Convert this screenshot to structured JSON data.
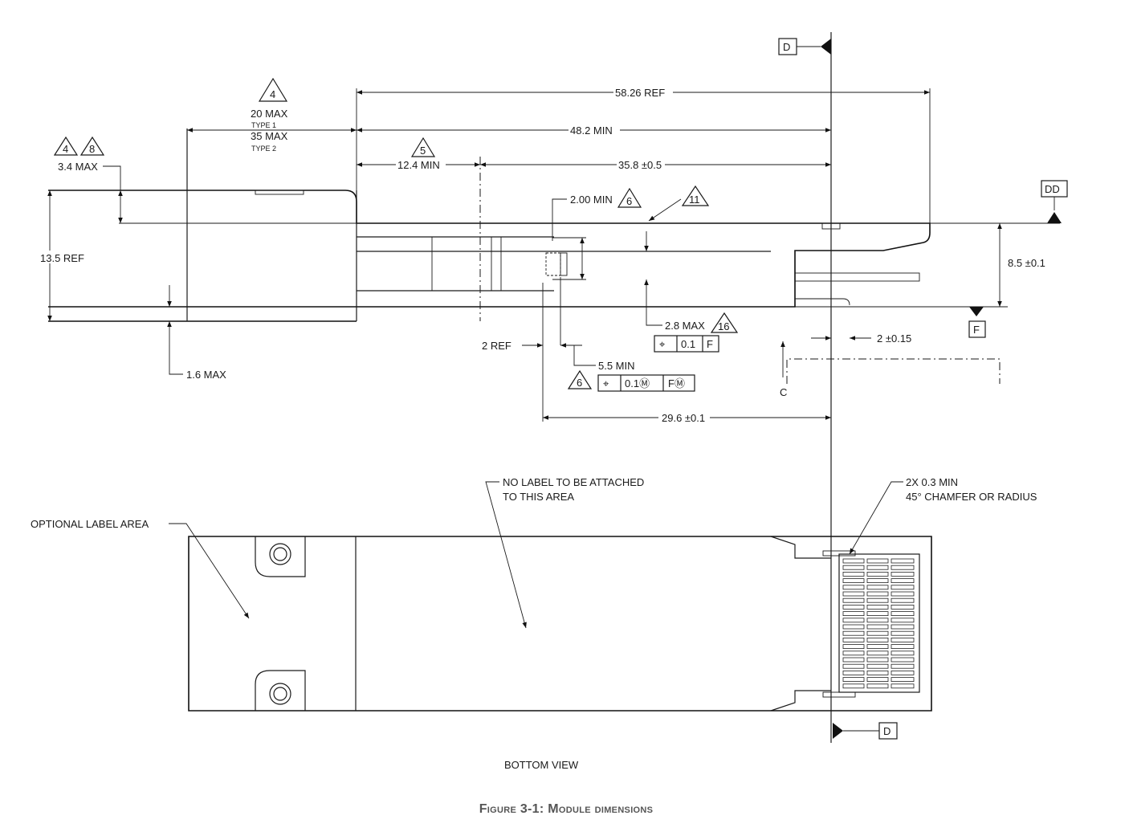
{
  "figure_caption": "Figure 3-1: Module dimensions",
  "views": {
    "bottom_view": "BOTTOM VIEW"
  },
  "datums": {
    "d_top": "D",
    "d_bottom": "D",
    "dd": "DD",
    "f": "F",
    "c": "C"
  },
  "dimensions": {
    "ref_58_26": "58.26 REF",
    "min_48_2": "48.2 MIN",
    "min_12_4": "12.4 MIN",
    "tol_35_8": "35.8 ±0.5",
    "max_3_4": "3.4 MAX",
    "ref_13_5": "13.5 REF",
    "max_20": "20 MAX",
    "type_1": "TYPE 1",
    "max_35": "35 MAX",
    "type_2": "TYPE 2",
    "min_2_00": "2.00 MIN",
    "tol_8_5": "8.5 ±0.1",
    "max_2_8": "2.8 MAX",
    "ref_2": "2 REF",
    "tol_2": "2 ±0.15",
    "min_5_5": "5.5 MIN",
    "max_1_6": "1.6 MAX",
    "tol_29_6": "29.6 ±0.1"
  },
  "notes": {
    "n4": "4",
    "n8": "8",
    "n5": "5",
    "n6": "6",
    "n11": "11",
    "n16": "16"
  },
  "tolerance_frames": {
    "frame1": {
      "symbol": "⌖",
      "value": "0.1",
      "datum": "F"
    },
    "frame2": {
      "symbol": "⌖",
      "value": "0.1Ⓜ",
      "datum": "FⓂ"
    }
  },
  "callouts": {
    "optional_label_area": "OPTIONAL LABEL AREA",
    "no_label_line1": "NO  LABEL TO BE ATTACHED",
    "no_label_line2": "TO THIS AREA",
    "chamfer_line1": "2X 0.3 MIN",
    "chamfer_line2": "45° CHAMFER OR RADIUS"
  }
}
